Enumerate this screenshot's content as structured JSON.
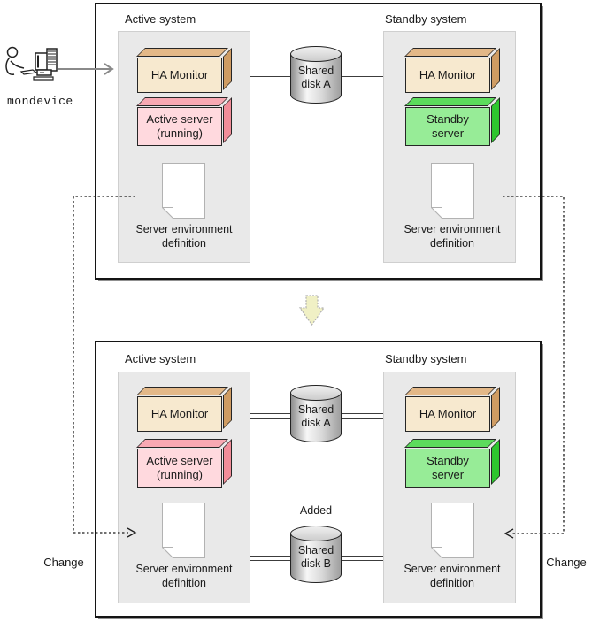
{
  "device_label": "mondevice",
  "flow": {
    "change_left": "Change",
    "change_right": "Change",
    "added_label": "Added"
  },
  "before": {
    "active": {
      "title": "Active system",
      "ha_monitor": "HA Monitor",
      "server": [
        "Active server",
        "(running)"
      ],
      "definition": [
        "Server environment",
        "definition"
      ]
    },
    "standby": {
      "title": "Standby system",
      "ha_monitor": "HA Monitor",
      "server": [
        "Standby",
        "server"
      ],
      "definition": [
        "Server environment",
        "definition"
      ]
    },
    "disk_a": [
      "Shared",
      "disk A"
    ]
  },
  "after": {
    "active": {
      "title": "Active system",
      "ha_monitor": "HA Monitor",
      "server": [
        "Active server",
        "(running)"
      ],
      "definition": [
        "Server environment",
        "definition"
      ]
    },
    "standby": {
      "title": "Standby system",
      "ha_monitor": "HA Monitor",
      "server": [
        "Standby",
        "server"
      ],
      "definition": [
        "Server environment",
        "definition"
      ]
    },
    "disk_a": [
      "Shared",
      "disk A"
    ],
    "disk_b": [
      "Shared",
      "disk B"
    ]
  },
  "colors": {
    "ha_monitor_front": "#f7e9cf",
    "ha_monitor_shade": "#cf9c63",
    "active_server_front": "#ffd9de",
    "active_server_shade": "#f28d99",
    "standby_server_front": "#97ec97",
    "standby_server_shade": "#2ec62e",
    "panel_background": "#e9e9e9",
    "down_arrow_fill": "#f0f0c5",
    "shadow_gray": "#909090"
  }
}
